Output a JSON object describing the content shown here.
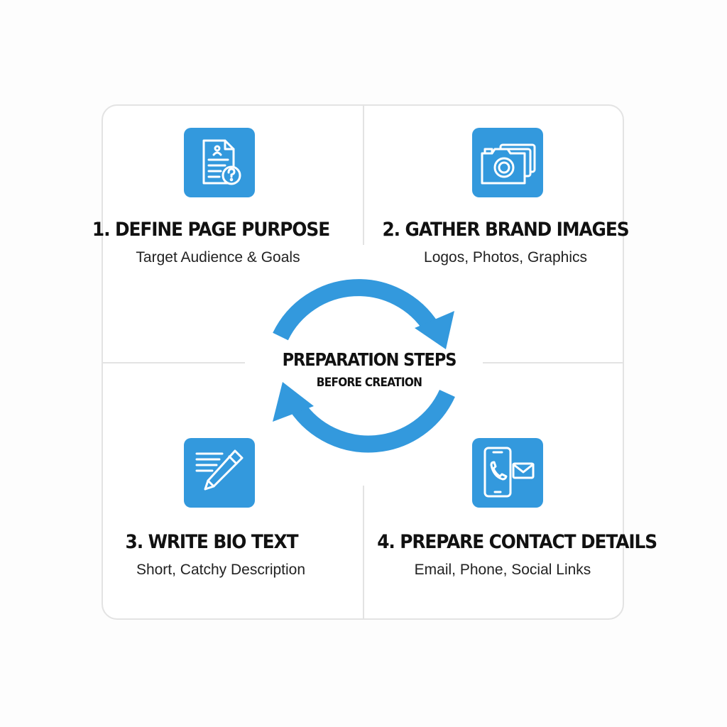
{
  "center": {
    "title": "PREPARATION STEPS",
    "subtitle": "BEFORE CREATION"
  },
  "accent_color": "#3399dd",
  "steps": [
    {
      "title": "1. DEFINE PAGE PURPOSE",
      "subtitle": "Target Audience & Goals",
      "icon": "document-question-icon"
    },
    {
      "title": "2. GATHER BRAND IMAGES",
      "subtitle": "Logos, Photos, Graphics",
      "icon": "camera-photos-icon"
    },
    {
      "title": "3. WRITE BIO TEXT",
      "subtitle": "Short, Catchy Description",
      "icon": "pencil-writing-icon"
    },
    {
      "title": "4. PREPARE CONTACT DETAILS",
      "subtitle": "Email, Phone, Social Links",
      "icon": "phone-email-icon"
    }
  ]
}
